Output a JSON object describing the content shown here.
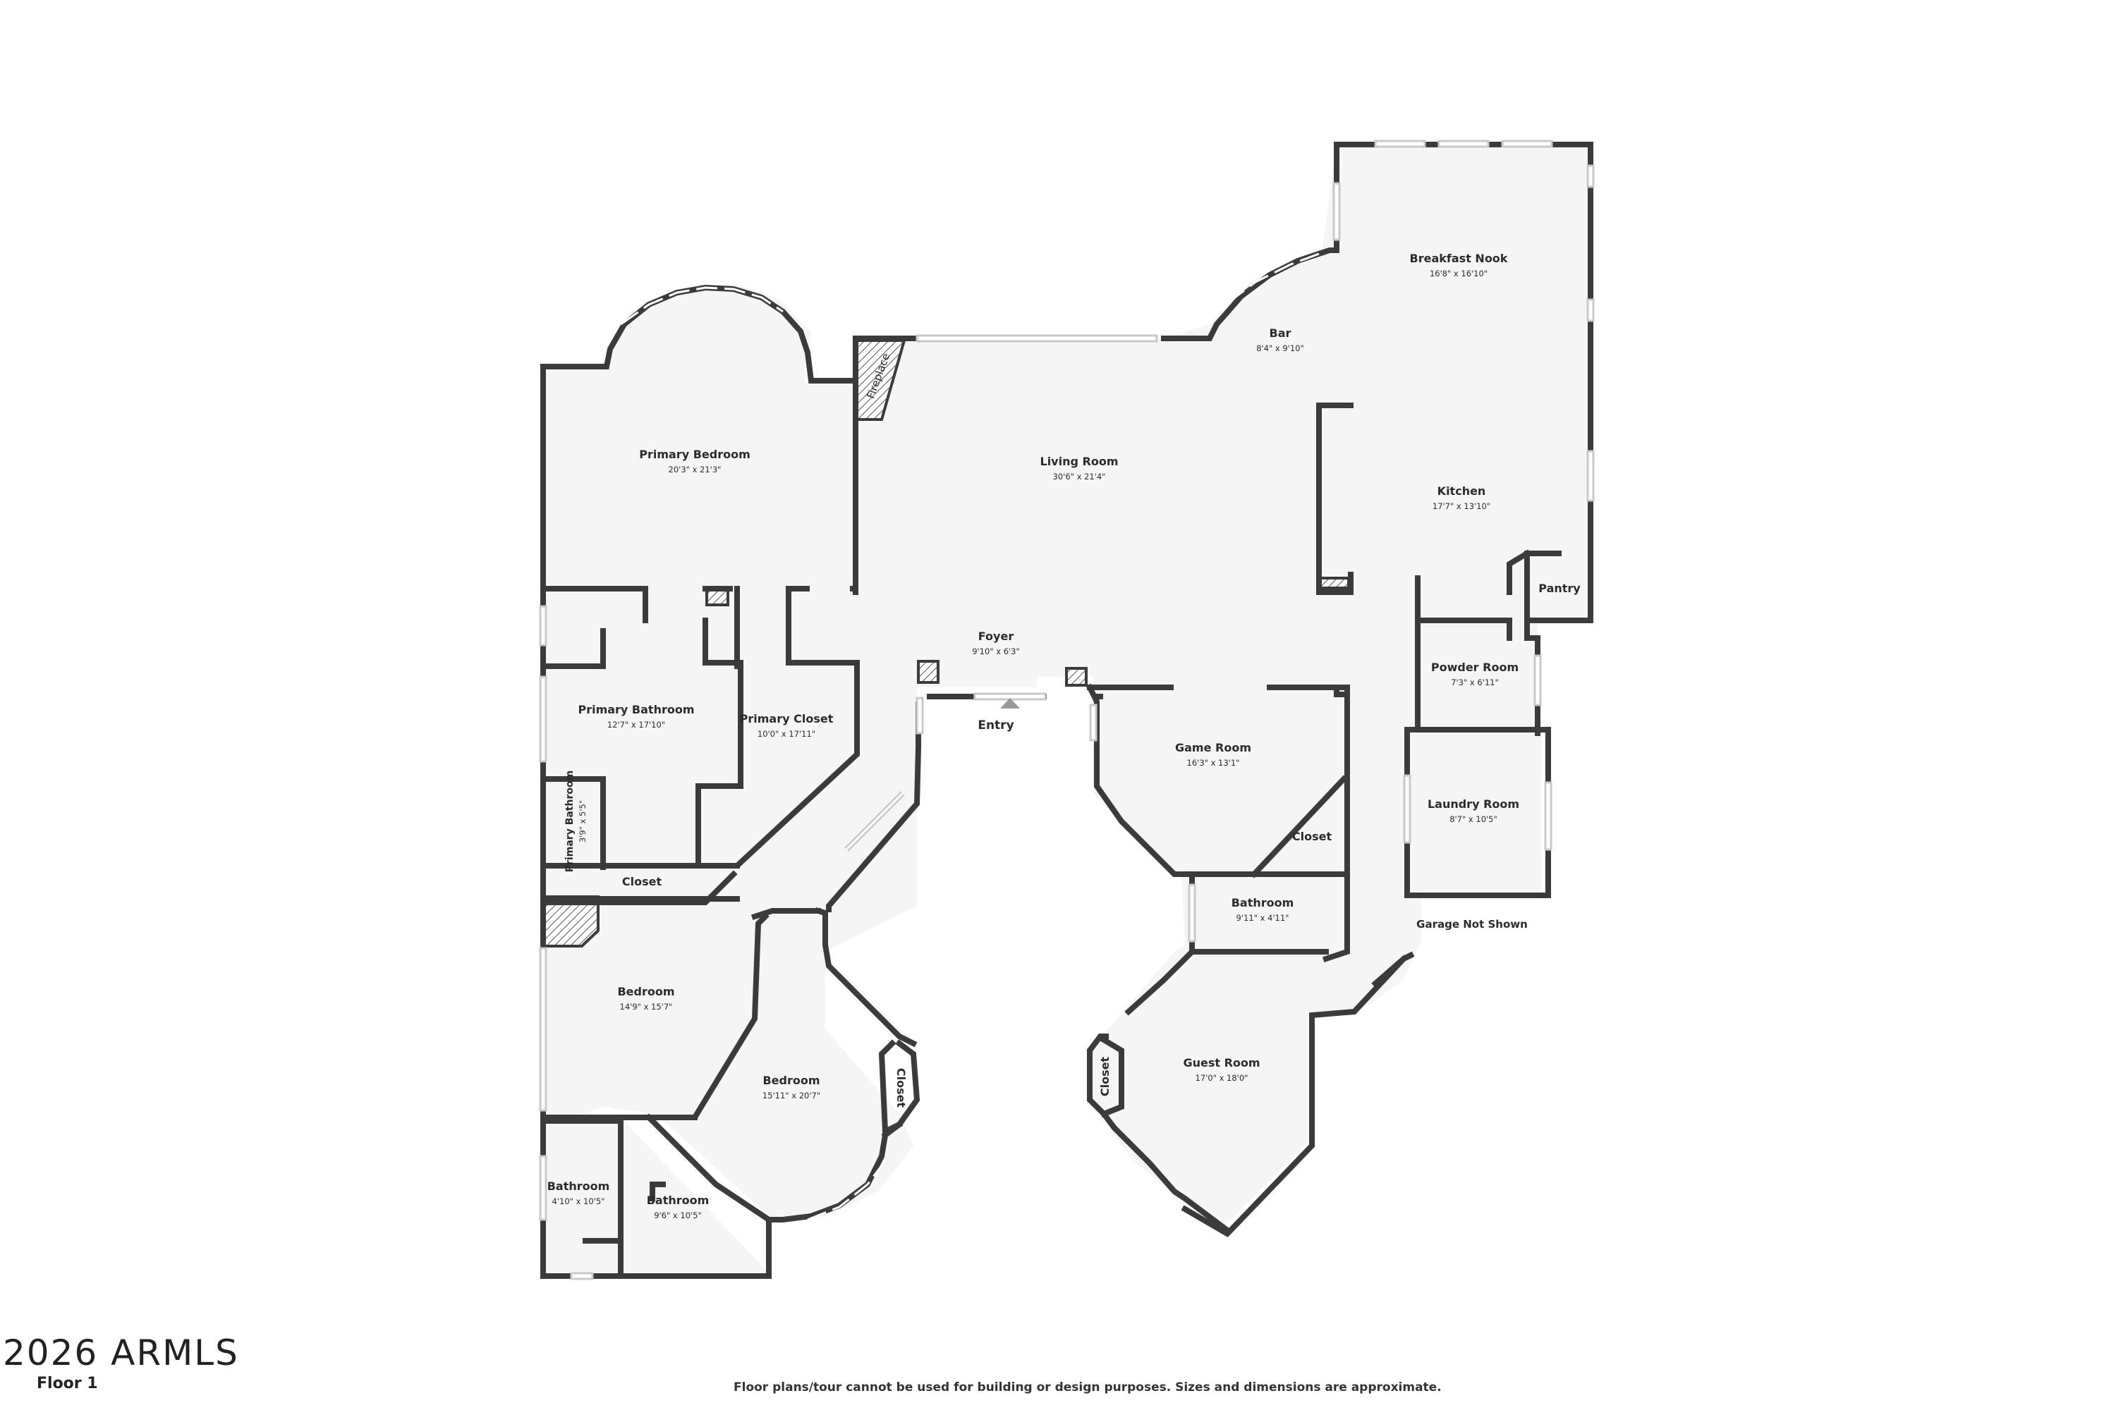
{
  "rooms": [
    {
      "id": "primary-bedroom",
      "name": "Primary Bedroom",
      "dims": "20'3\" x 21'3\""
    },
    {
      "id": "living-room",
      "name": "Living Room",
      "dims": "30'6\" x 21'4\""
    },
    {
      "id": "bar",
      "name": "Bar",
      "dims": "8'4\" x 9'10\""
    },
    {
      "id": "breakfast-nook",
      "name": "Breakfast Nook",
      "dims": "16'8\" x 16'10\""
    },
    {
      "id": "kitchen",
      "name": "Kitchen",
      "dims": "17'7\" x 13'10\""
    },
    {
      "id": "pantry",
      "name": "Pantry",
      "dims": ""
    },
    {
      "id": "foyer",
      "name": "Foyer",
      "dims": "9'10\" x 6'3\""
    },
    {
      "id": "primary-bathroom",
      "name": "Primary Bathroom",
      "dims": "12'7\" x 17'10\""
    },
    {
      "id": "primary-closet",
      "name": "Primary Closet",
      "dims": "10'0\" x 17'11\""
    },
    {
      "id": "primary-bathroom-small",
      "name": "Primary Bathroom",
      "dims": "3'9\" x 5'5\""
    },
    {
      "id": "closet-hall",
      "name": "Closet",
      "dims": ""
    },
    {
      "id": "powder-room",
      "name": "Powder Room",
      "dims": "7'3\" x 6'11\""
    },
    {
      "id": "laundry-room",
      "name": "Laundry Room",
      "dims": "8'7\" x 10'5\""
    },
    {
      "id": "game-room",
      "name": "Game Room",
      "dims": "16'3\" x 13'1\""
    },
    {
      "id": "closet-game",
      "name": "Closet",
      "dims": ""
    },
    {
      "id": "bathroom-center",
      "name": "Bathroom",
      "dims": "9'11\" x 4'11\""
    },
    {
      "id": "bedroom-1",
      "name": "Bedroom",
      "dims": "14'9\" x 15'7\""
    },
    {
      "id": "bedroom-2",
      "name": "Bedroom",
      "dims": "15'11\" x 20'7\""
    },
    {
      "id": "closet-bedroom",
      "name": "Closet",
      "dims": ""
    },
    {
      "id": "guest-room",
      "name": "Guest Room",
      "dims": "17'0\" x 18'0\""
    },
    {
      "id": "closet-guest",
      "name": "Closet",
      "dims": ""
    },
    {
      "id": "bathroom-left",
      "name": "Bathroom",
      "dims": "4'10\" x 10'5\""
    },
    {
      "id": "bathroom-bottom",
      "name": "Bathroom",
      "dims": "9'6\" x 10'5\""
    }
  ],
  "labels": {
    "fireplace": "Fireplace",
    "entry": "Entry",
    "garage": "Garage Not Shown"
  },
  "watermark": "2026 ARMLS",
  "floor_label": "Floor 1",
  "disclaimer": "Floor plans/tour cannot be used for building or design purposes. Sizes and dimensions are approximate.",
  "colors": {
    "wall": "#3b3b3b",
    "floor": "#f5f5f5",
    "window": "#c9c9c9"
  }
}
